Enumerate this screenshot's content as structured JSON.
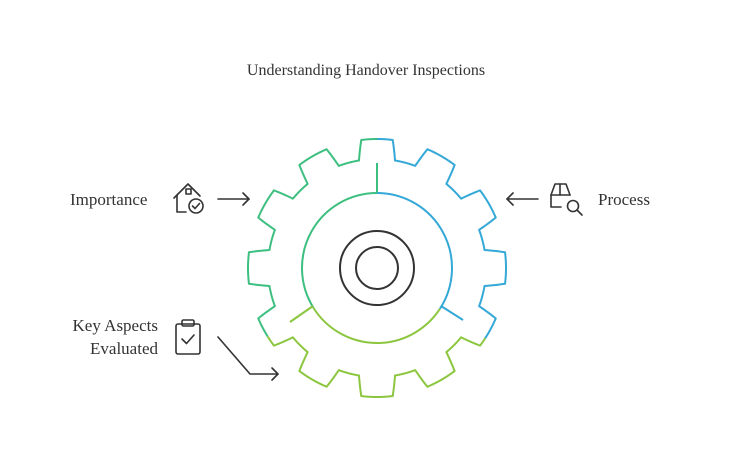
{
  "title": "Understanding Handover Inspections",
  "items": {
    "importance": {
      "label": "Importance",
      "icon": "house-check-icon"
    },
    "process": {
      "label": "Process",
      "icon": "box-search-icon"
    },
    "key_aspects": {
      "line1": "Key Aspects",
      "line2": "Evaluated",
      "icon": "clipboard-check-icon"
    }
  },
  "colors": {
    "text": "#333333",
    "importance": "#3dbf80",
    "process": "#34a8d6",
    "key_aspects": "#8cc63f",
    "center": "#333333"
  }
}
